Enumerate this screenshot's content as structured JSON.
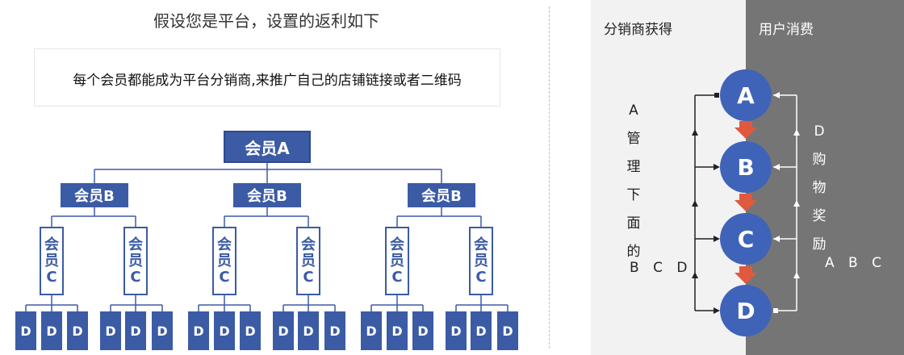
{
  "left": {
    "title": "假设您是平台，设置的返利如下",
    "banner": "每个会员都能成为平台分销商,来推广自己的店铺链接或者二维码",
    "tree": {
      "root": "会员A",
      "level_b": [
        "会员B",
        "会员B",
        "会员B"
      ],
      "level_c_chars": [
        "会",
        "员",
        "C"
      ],
      "level_d": "D"
    }
  },
  "right": {
    "left_panel_label": "分销商获得",
    "right_panel_label": "用户消费",
    "chain": [
      "A",
      "B",
      "C",
      "D"
    ],
    "left_vertical_chars": [
      "A",
      "管",
      "理",
      "下",
      "面",
      "的"
    ],
    "left_vertical_tail": "B C D",
    "right_vertical_chars": [
      "D",
      "购",
      "物",
      "奖",
      "励"
    ],
    "right_vertical_tail": "A B C"
  },
  "colors": {
    "node_blue": "#3b5ba5",
    "circle_blue": "#3f63b8",
    "arrow_red": "#e0593f",
    "panel_light": "#f2f2f2",
    "panel_dark": "#757575"
  }
}
